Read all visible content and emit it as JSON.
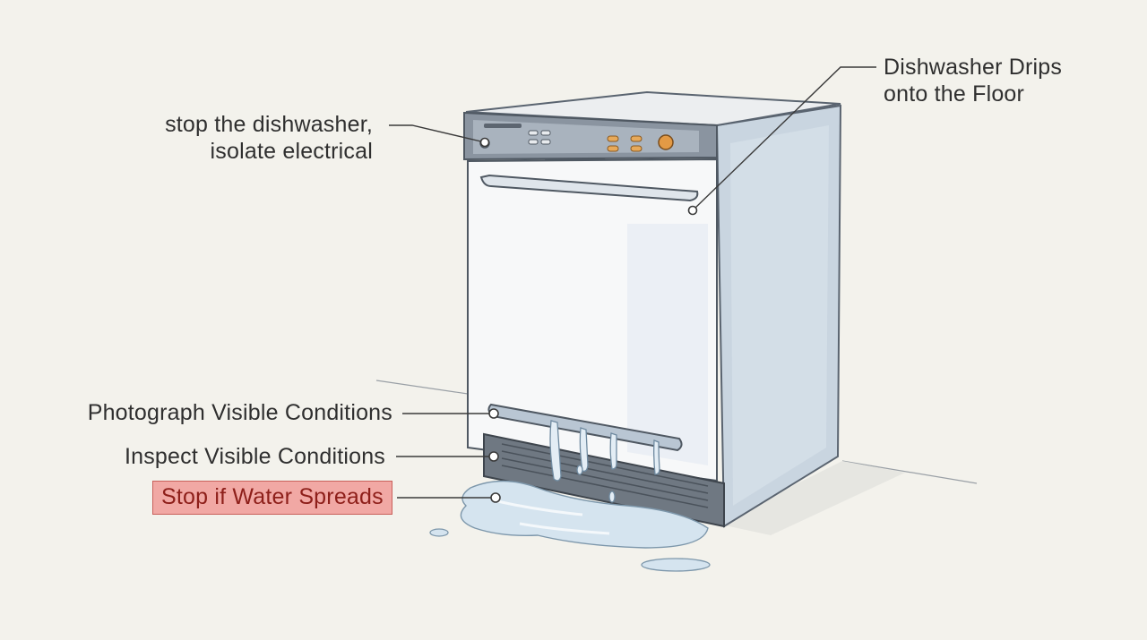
{
  "callouts": {
    "stop_dishwasher": {
      "line1": "stop the dishwasher,",
      "line2": "isolate electrical"
    },
    "drips": {
      "line1": "Dishwasher Drips",
      "line2": "onto the Floor"
    },
    "photograph": "Photograph Visible Conditions",
    "inspect": "Inspect Visible Conditions",
    "stop_spreads": "Stop if Water Spreads"
  },
  "colors": {
    "background": "#f3f2ec",
    "highlight_fill": "#f1a8a4",
    "highlight_border": "#c9605b",
    "highlight_text": "#8e1f1a",
    "water": "#cfe1ee",
    "panel": "#7e8793"
  }
}
